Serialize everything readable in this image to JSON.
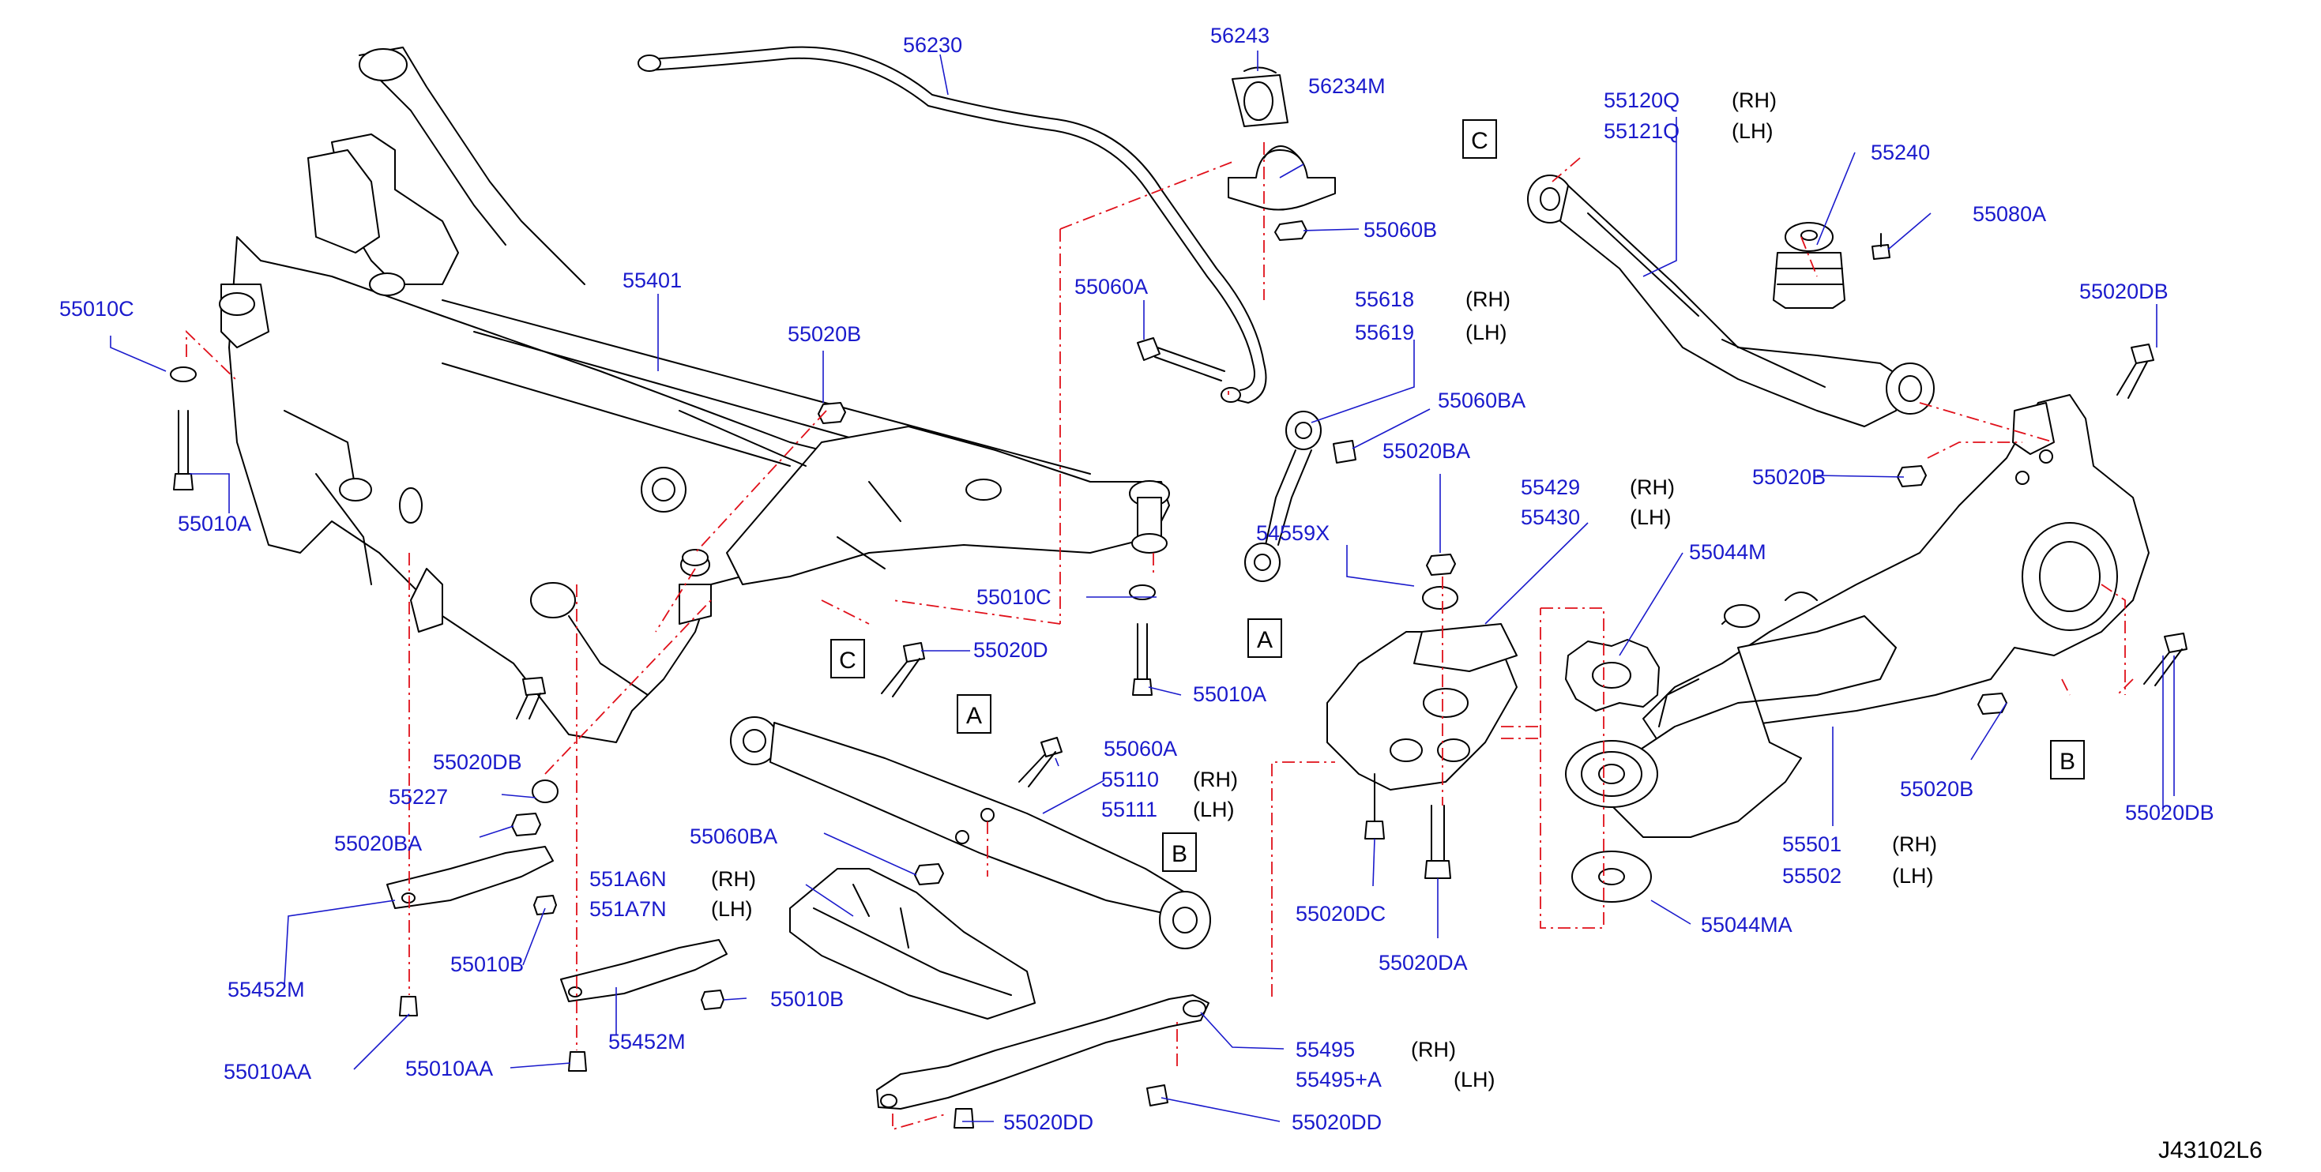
{
  "diagram_id": "J43102L6",
  "ref_boxes": [
    "C",
    "A",
    "C",
    "A",
    "B",
    "B"
  ],
  "labels": [
    {
      "part": "56230"
    },
    {
      "part": "56243"
    },
    {
      "part": "56234M"
    },
    {
      "part": "55060B"
    },
    {
      "part": "55401"
    },
    {
      "part": "55010C"
    },
    {
      "part": "55010A"
    },
    {
      "part": "55020B"
    },
    {
      "part": "55060A"
    },
    {
      "part": "55618",
      "side": "(RH)"
    },
    {
      "part": "55619",
      "side": "(LH)"
    },
    {
      "part": "55060BA"
    },
    {
      "part": "55020BA"
    },
    {
      "part": "54559X"
    },
    {
      "part": "55010C"
    },
    {
      "part": "55020D"
    },
    {
      "part": "55010A"
    },
    {
      "part": "55120Q",
      "side": "(RH)"
    },
    {
      "part": "55121Q",
      "side": "(LH)"
    },
    {
      "part": "55240"
    },
    {
      "part": "55080A"
    },
    {
      "part": "55020DB"
    },
    {
      "part": "55020B"
    },
    {
      "part": "55429",
      "side": "(RH)"
    },
    {
      "part": "55430",
      "side": "(LH)"
    },
    {
      "part": "55044M"
    },
    {
      "part": "55020DB"
    },
    {
      "part": "55060A"
    },
    {
      "part": "55110",
      "side": "(RH)"
    },
    {
      "part": "55111",
      "side": "(LH)"
    },
    {
      "part": "55227"
    },
    {
      "part": "55020BA"
    },
    {
      "part": "55060BA"
    },
    {
      "part": "551A6N",
      "side": "(RH)"
    },
    {
      "part": "551A7N",
      "side": "(LH)"
    },
    {
      "part": "55010B"
    },
    {
      "part": "55452M"
    },
    {
      "part": "55010B"
    },
    {
      "part": "55452M"
    },
    {
      "part": "55010AA"
    },
    {
      "part": "55010AA"
    },
    {
      "part": "55020DC"
    },
    {
      "part": "55020DA"
    },
    {
      "part": "55044MA"
    },
    {
      "part": "55020B"
    },
    {
      "part": "55501",
      "side": "(RH)"
    },
    {
      "part": "55502",
      "side": "(LH)"
    },
    {
      "part": "55020DB"
    },
    {
      "part": "55495",
      "side": "(RH)"
    },
    {
      "part": "55495+A",
      "side": "(LH)"
    },
    {
      "part": "55020DD"
    },
    {
      "part": "55020DD"
    }
  ]
}
